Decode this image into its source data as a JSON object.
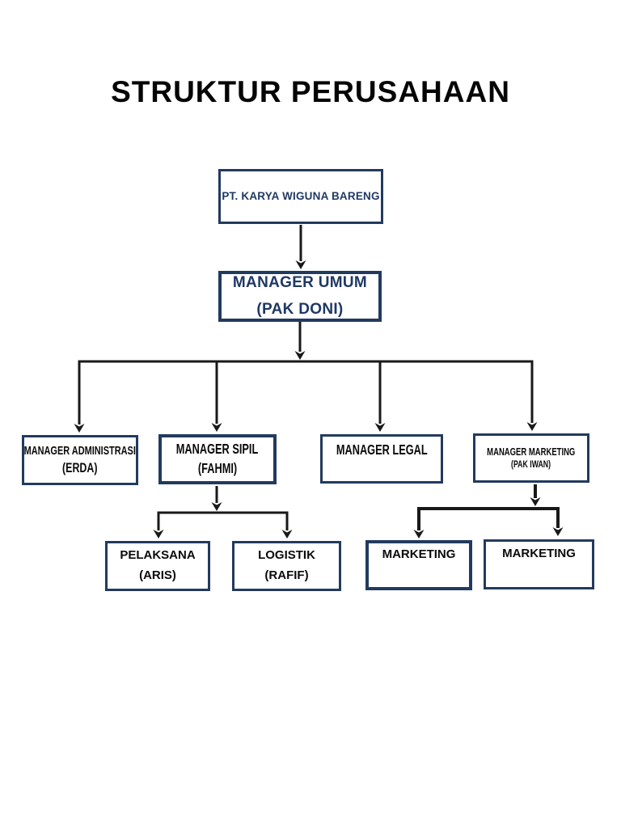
{
  "page": {
    "title": "STRUKTUR PERUSAHAAN"
  },
  "org_chart": {
    "root": {
      "label": "PT. KARYA WIGUNA BARENG"
    },
    "level1": {
      "line1": "MANAGER UMUM",
      "line2": "(PAK DONI)"
    },
    "managers": [
      {
        "line1": "MANAGER ADMINISTRASI",
        "line2": "(ERDA)"
      },
      {
        "line1": "MANAGER SIPIL",
        "line2": "(FAHMI)"
      },
      {
        "line1": "MANAGER LEGAL",
        "line2": ""
      },
      {
        "line1": "MANAGER MARKETING",
        "line2": "(PAK IWAN)"
      }
    ],
    "sipil_children": [
      {
        "line1": "PELAKSANA",
        "line2": "(ARIS)"
      },
      {
        "line1": "LOGISTIK",
        "line2": "(RAFIF)"
      }
    ],
    "marketing_children": [
      {
        "line1": "MARKETING",
        "line2": ""
      },
      {
        "line1": "MARKETING",
        "line2": ""
      }
    ]
  },
  "colors": {
    "navy": "#223a5e",
    "blue": "#1f3864",
    "line": "#191919",
    "background": "#ffffff"
  }
}
